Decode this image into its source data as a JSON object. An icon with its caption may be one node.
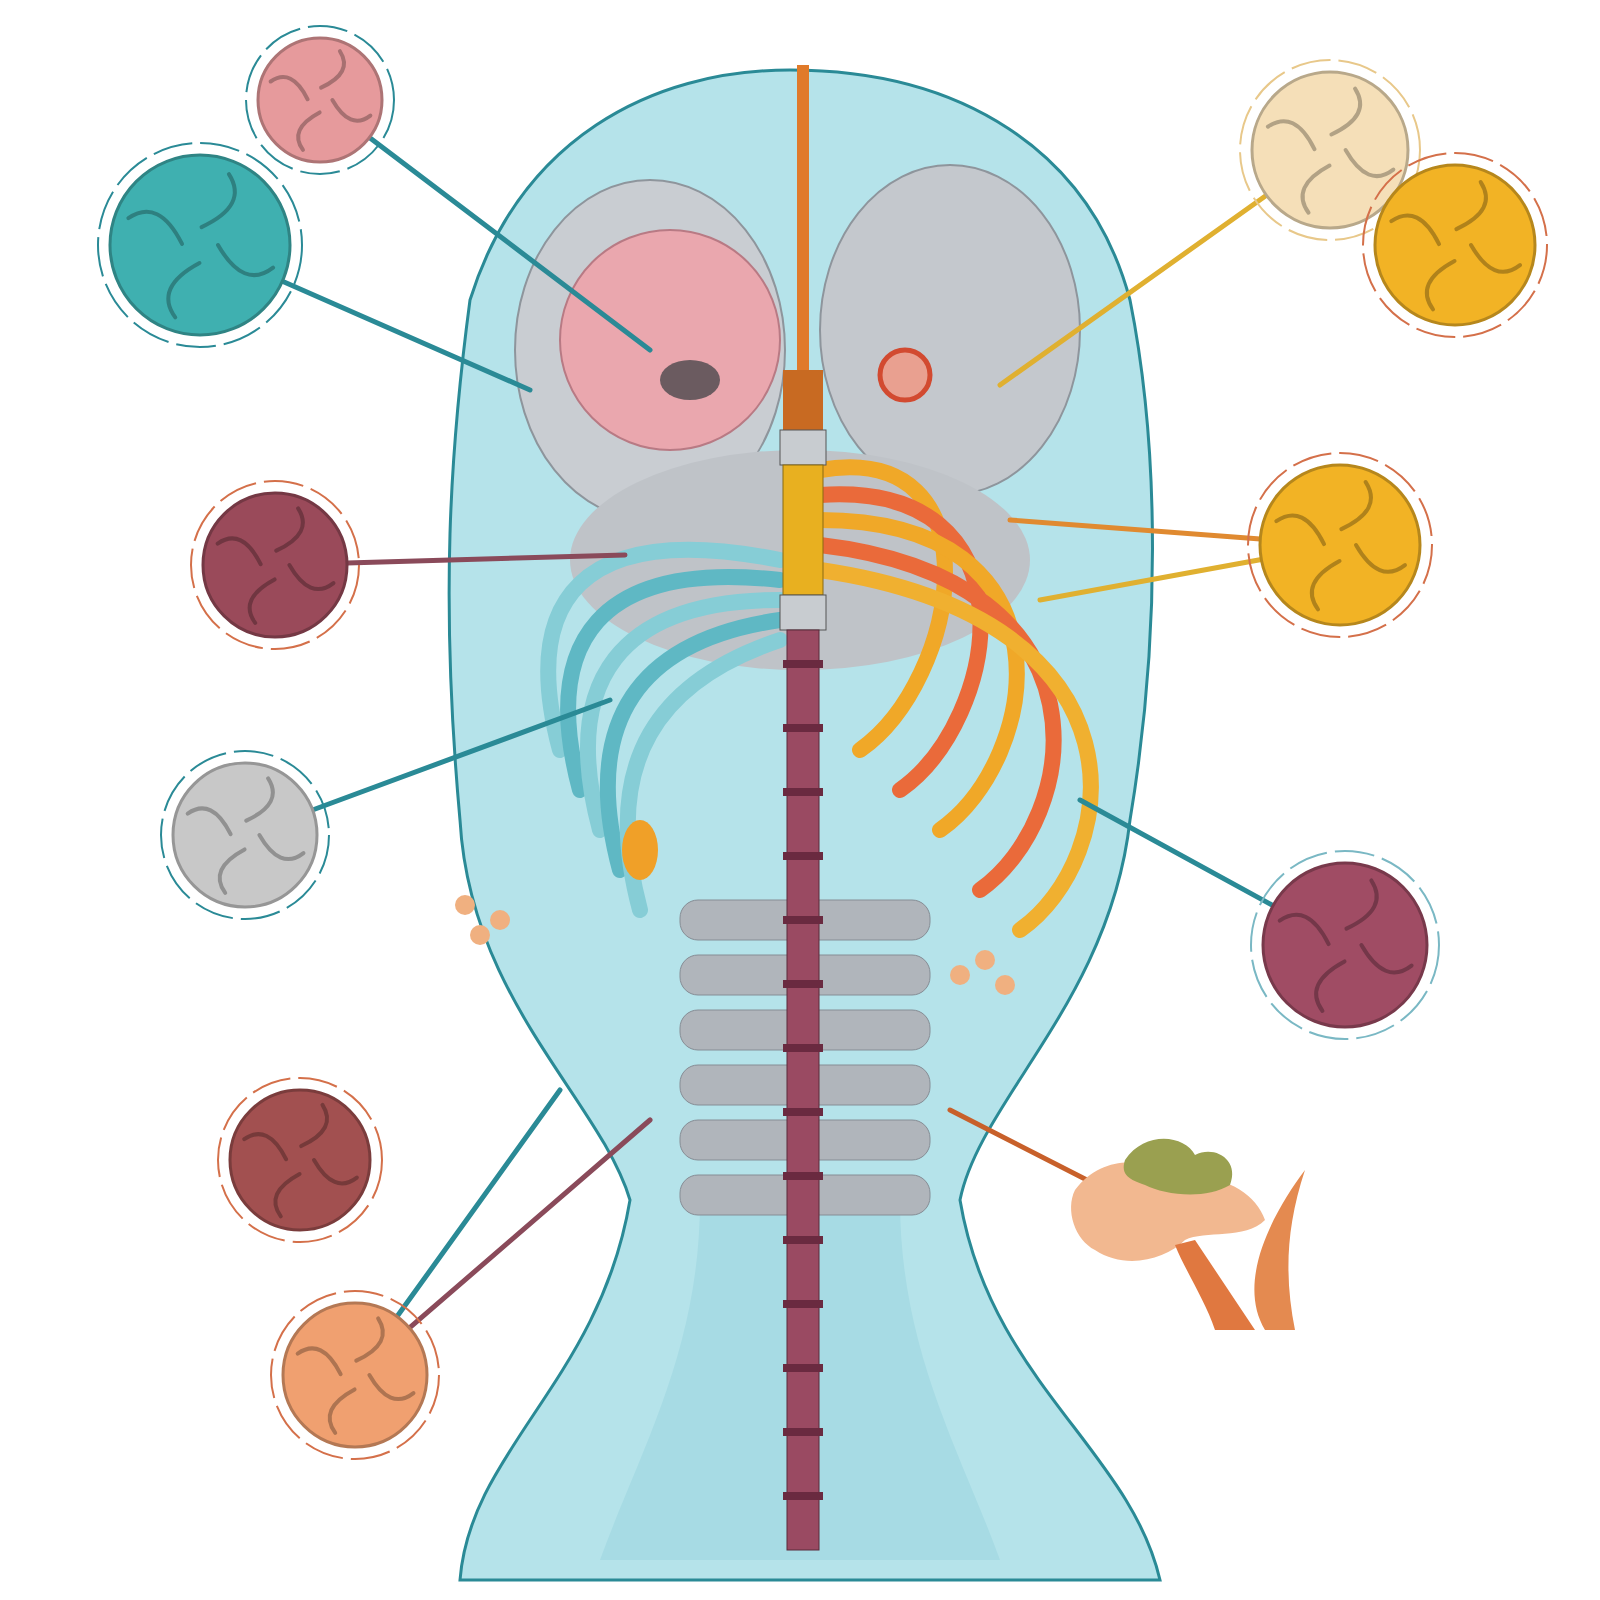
{
  "diagram": {
    "nodes": [
      {
        "text": [],
        "shape": "circle"
      },
      {
        "text": [],
        "shape": "circle"
      },
      {
        "text": [],
        "shape": "circle"
      },
      {
        "text": [],
        "shape": "circle"
      },
      {
        "text": [],
        "shape": "circle"
      },
      {
        "text": [],
        "shape": "circle"
      },
      {
        "text": [],
        "shape": "circle"
      },
      {
        "text": [],
        "shape": "circle"
      },
      {
        "text": [],
        "shape": "circle"
      },
      {
        "text": [],
        "shape": "circle"
      },
      {
        "text": [],
        "shape": "picture"
      }
    ],
    "edges": [
      {
        "from": null,
        "to": 0,
        "arrow": "none"
      },
      {
        "from": null,
        "to": 1,
        "arrow": "none"
      },
      {
        "from": null,
        "to": 2,
        "arrow": "none",
        "color": "#8a4a5a"
      },
      {
        "from": null,
        "to": 3,
        "arrow": "none"
      },
      {
        "from": null,
        "to": 5,
        "arrow": "none"
      },
      {
        "from": null,
        "to": 5,
        "arrow": "none",
        "color": "#8a4a5a"
      },
      {
        "from": null,
        "to": 6,
        "arrow": "none",
        "color": "#e0b030"
      },
      {
        "from": null,
        "to": 8,
        "arrow": "none",
        "color": "#e08a30"
      },
      {
        "from": null,
        "to": 8,
        "arrow": "none",
        "color": "#e0b030"
      },
      {
        "from": null,
        "to": 9,
        "arrow": "none"
      },
      {
        "from": null,
        "to": 10,
        "arrow": "none",
        "color": "#c8602a"
      }
    ]
  }
}
